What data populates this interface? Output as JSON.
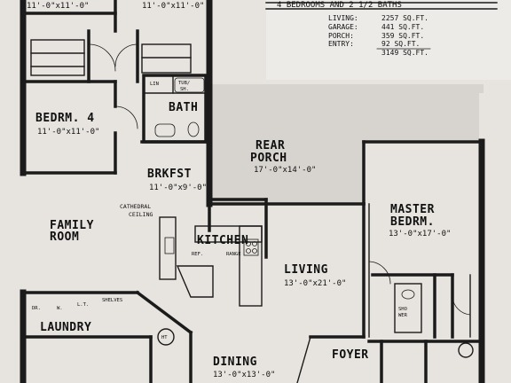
{
  "header": {
    "top_left_dims": "11'-0\"x11'-0\"",
    "top_mid_dims": "11'-0\"x11'-0\"",
    "banner": "4 BEDROOMS AND 2 1/2 BATHS"
  },
  "area_stats": [
    {
      "label": "LIVING:",
      "value": "2257 SQ.FT."
    },
    {
      "label": "GARAGE:",
      "value": "441 SQ.FT."
    },
    {
      "label": "PORCH:",
      "value": "359 SQ.FT."
    },
    {
      "label": "ENTRY:",
      "value": "92 SQ.FT."
    },
    {
      "label": "",
      "value": "3149 SQ.FT."
    }
  ],
  "rooms": {
    "bedroom4": {
      "name": "BEDRM. 4",
      "dims": "11'-0\"x11'-0\""
    },
    "bath": {
      "name": "BATH"
    },
    "tub": {
      "line1": "TUB/",
      "line2": "SH."
    },
    "lin": {
      "name": "LIN"
    },
    "rear_porch": {
      "line1": "REAR",
      "line2": "PORCH",
      "dims": "17'-0\"x14'-0\""
    },
    "master": {
      "line1": "MASTER",
      "line2": "BEDRM.",
      "dims": "13'-0\"x17'-0\""
    },
    "brkfst": {
      "name": "BRKFST",
      "dims": "11'-0\"x9'-0\""
    },
    "family": {
      "line1": "FAMILY",
      "line2": "ROOM"
    },
    "cathedral": {
      "line1": "CATHEDRAL",
      "line2": "CEILING"
    },
    "kitchen": {
      "name": "KITCHEN",
      "ref": "REF.",
      "range": "RANGE"
    },
    "living": {
      "name": "LIVING",
      "dims": "13'-0\"x21'-0\""
    },
    "laundry": {
      "name": "LAUNDRY",
      "dr": "DR.",
      "w": "W.",
      "lt": "L.T.",
      "shelves": "SHELVES"
    },
    "foyer": {
      "name": "FOYER"
    },
    "dining": {
      "name": "DINING",
      "dims": "13'-0\"x13'-0\""
    },
    "shower": {
      "line1": "SHO",
      "line2": "WER"
    },
    "ht": {
      "name": "HT"
    }
  }
}
